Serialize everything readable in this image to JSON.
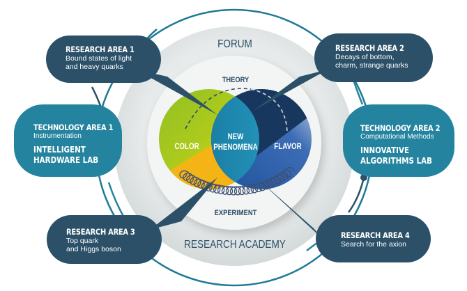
{
  "diagram": {
    "outer_labels": {
      "top": "FORUM",
      "bottom": "RESEARCH ACADEMY"
    },
    "inner_labels": {
      "top": "THEORY",
      "bottom": "EXPERIMENT"
    },
    "venn": {
      "left": "COLOR",
      "center_line1": "NEW",
      "center_line2": "PHENOMENA",
      "right": "FLAVOR"
    },
    "colors": {
      "pill": "#2b5068",
      "tech": "#24839e",
      "green": "#9cc31f",
      "yellow": "#f5b416",
      "navy": "#17375e",
      "blue": "#1e56a0",
      "center": "#1f8db0",
      "ring": "#1e7a96"
    },
    "research_areas": [
      {
        "title": "RESEARCH AREA 1",
        "lines": [
          "Bound states of light",
          "and heavy quarks"
        ]
      },
      {
        "title": "RESEARCH AREA 2",
        "lines": [
          "Decays of  bottom,",
          "charm, strange quarks"
        ]
      },
      {
        "title": "RESEARCH AREA 3",
        "lines": [
          "Top quark",
          "and Higgs boson"
        ]
      },
      {
        "title": "RESEARCH AREA 4",
        "lines": [
          "Search for the axion"
        ]
      }
    ],
    "technology_areas": [
      {
        "title": "TECHNOLOGY AREA 1",
        "subtitle": "Instrumentation",
        "lab_line1": "INTELLIGENT",
        "lab_line2": "HARDWARE LAB"
      },
      {
        "title": "TECHNOLOGY AREA 2",
        "subtitle": "Computational Methods",
        "lab_line1": "INNOVATIVE",
        "lab_line2": "ALGORITHMS LAB"
      }
    ]
  }
}
